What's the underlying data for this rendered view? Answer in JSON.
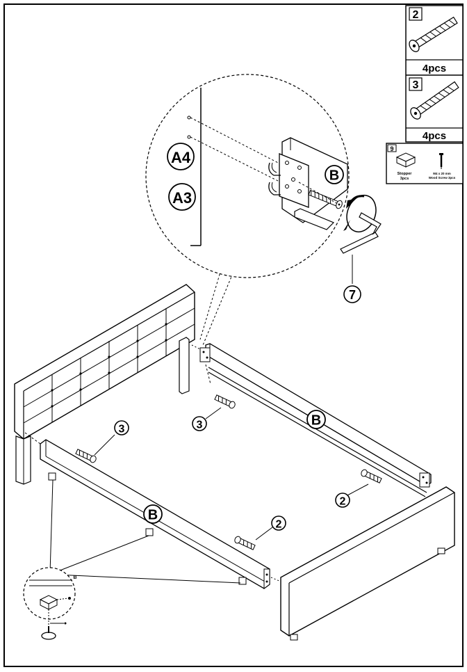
{
  "parts_panel": {
    "items": [
      {
        "number": "2",
        "quantity": "4pcs",
        "icon": "long-bolt-icon"
      },
      {
        "number": "3",
        "quantity": "4pcs",
        "icon": "long-bolt-icon"
      }
    ],
    "extra": {
      "number": "9",
      "stopper_label": "Stopper",
      "stopper_qty": "3pcs",
      "screw_label": "M4 x 20 mm",
      "screw_label2": "Wood Screw 3pcs"
    }
  },
  "callouts": {
    "rail_label": "B",
    "tool_label": "7",
    "detail_a4": "A4",
    "detail_a3": "A3",
    "bolt_left": "3",
    "bolt_center": "3",
    "bolt_right_front": "2",
    "bolt_right_back": "2",
    "small_detail_letter": "B"
  }
}
